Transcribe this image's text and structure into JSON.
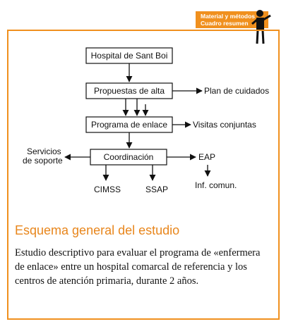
{
  "header": {
    "line1": "Material y métodos",
    "line2": "Cuadro resumen"
  },
  "diagram": {
    "nodes": {
      "hospital": "Hospital de Sant Boi",
      "propuestas": "Propuestas de alta",
      "programa": "Programa de enlace",
      "coordinacion": "Coordinación"
    },
    "labels": {
      "plan": "Plan de cuidados",
      "visitas": "Visitas conjuntas",
      "servicios_1": "Servicios",
      "servicios_2": "de soporte",
      "eap": "EAP",
      "cimss": "CIMSS",
      "ssap": "SSAP",
      "inf": "Inf. comun."
    }
  },
  "section": {
    "title": "Esquema general del estudio",
    "body": "Estudio descriptivo para evaluar el programa de «enfermera de enlace» entre un hospital comarcal de referencia y los centros de atención primaria, durante 2 años."
  },
  "colors": {
    "accent": "#f0901e",
    "text": "#111111"
  }
}
